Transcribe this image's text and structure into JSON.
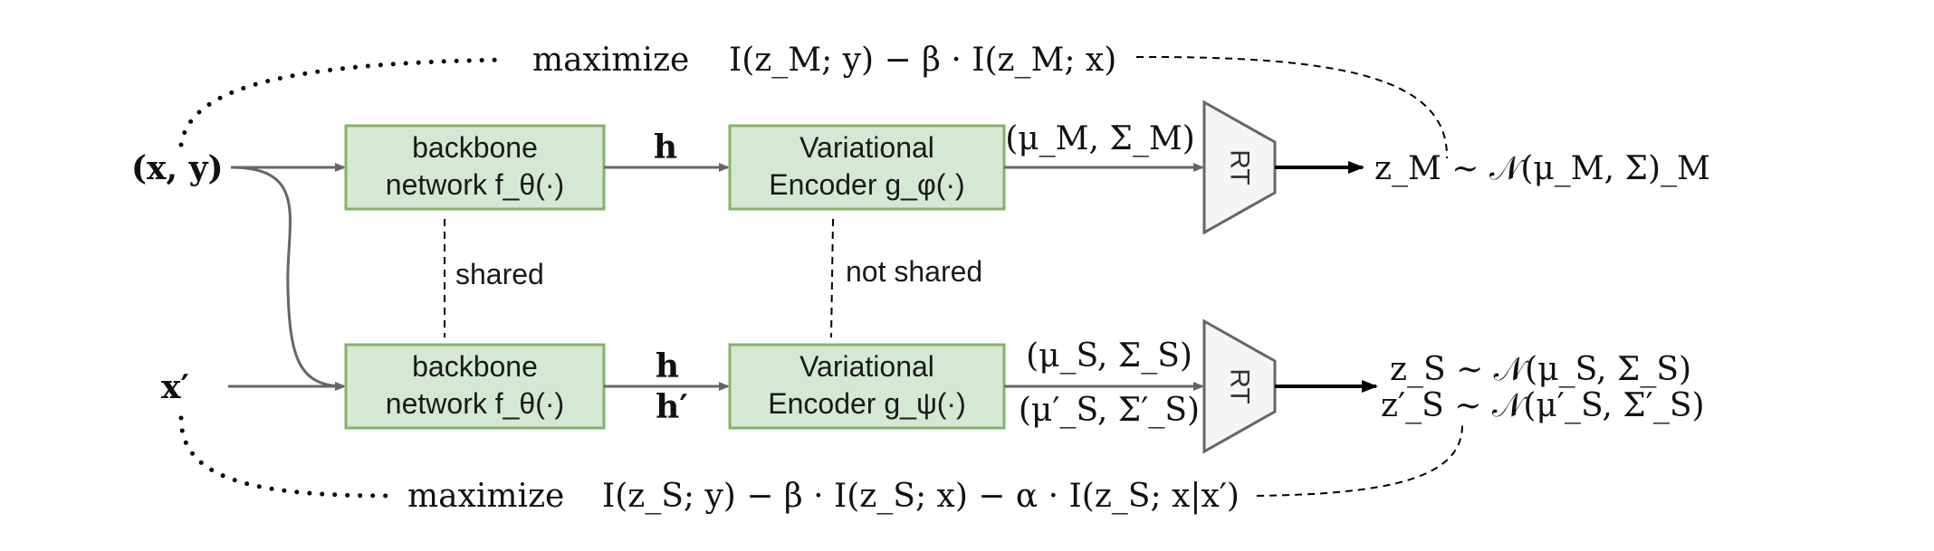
{
  "colors": {
    "box_fill": "#d5e8d4",
    "box_stroke": "#82b366",
    "arrow_gray": "#666666",
    "arrow_black": "#000000",
    "trap_fill": "#f5f5f5"
  },
  "top_objective": {
    "word": "maximize",
    "expr": "I(z_M; y) − β · I(z_M; x)"
  },
  "bottom_objective": {
    "word": "maximize",
    "expr": "I(z_S; y) − β · I(z_S; x) − α · I(z_S; x|x′)"
  },
  "inputs": {
    "top": "(x, y)",
    "bottom": "x′"
  },
  "top_row": {
    "backbone_line1": "backbone",
    "backbone_line2": "network f_θ(·)",
    "h_label": "h",
    "encoder_line1": "Variational",
    "encoder_line2": "Encoder g_φ(·)",
    "params": "(μ_M, Σ_M)",
    "rt": "RT",
    "output": "z_M ∼ 𝒩(μ_M, Σ)_M"
  },
  "bottom_row": {
    "backbone_line1": "backbone",
    "backbone_line2": "network f_θ(·)",
    "h_label": "h",
    "h_prime_label": "h′",
    "encoder_line1": "Variational",
    "encoder_line2": "Encoder g_ψ(·)",
    "params": "(μ_S, Σ_S)",
    "params_prime": "(μ′_S, Σ′_S)",
    "rt": "RT",
    "output": "z_S ∼ 𝒩(μ_S, Σ_S)",
    "output_prime": "z′_S ∼ 𝒩(μ′_S, Σ′_S)"
  },
  "links": {
    "shared": "shared",
    "not_shared": "not shared"
  }
}
